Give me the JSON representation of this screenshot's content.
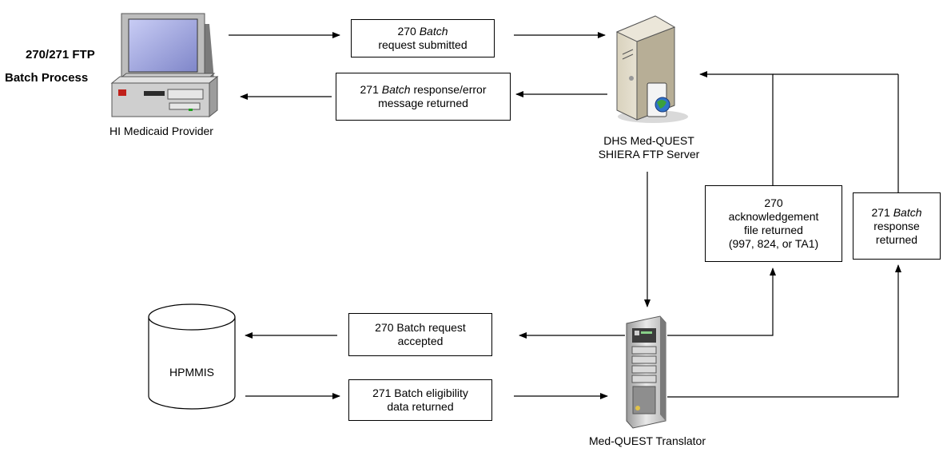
{
  "title": {
    "line1": "270/271 FTP",
    "line2": "Batch Process"
  },
  "nodes": {
    "provider": "HI Medicaid Provider",
    "server_line1": "DHS Med-QUEST",
    "server_line2": "SHIERA FTP Server",
    "database": "HPMMIS",
    "translator": "Med-QUEST Translator"
  },
  "boxes": {
    "request_submitted": {
      "a": "270 ",
      "b": "Batch",
      "c": "request submitted"
    },
    "response_returned": {
      "a": "271 ",
      "b": "Batch",
      "c": " response/error",
      "d": "message returned"
    },
    "ack_returned": {
      "l1": "270",
      "l2": "acknowledgement",
      "l3": "file returned",
      "l4": "(997, 824, or TA1)"
    },
    "batch_response": {
      "a": "271 ",
      "b": "Batch",
      "l2": "response",
      "l3": "returned"
    },
    "request_accepted": {
      "l1": "270 Batch request",
      "l2": "accepted"
    },
    "eligibility_returned": {
      "l1": "271 Batch eligibility",
      "l2": "data returned"
    }
  }
}
